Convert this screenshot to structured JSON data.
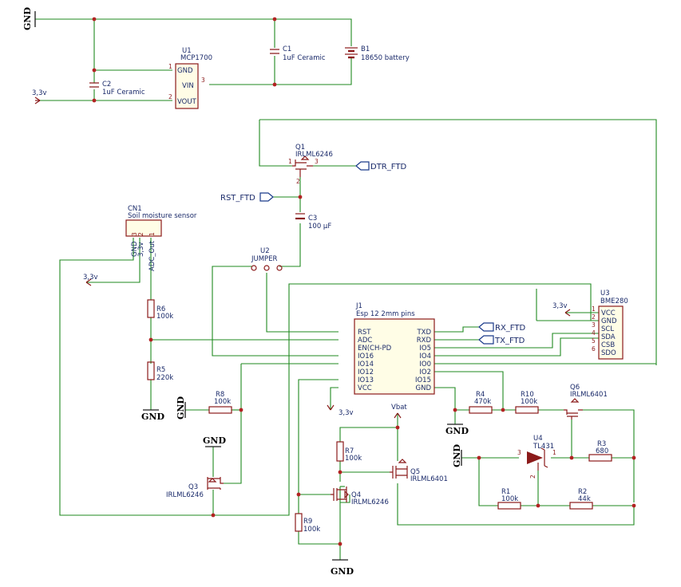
{
  "power": {
    "gnd": "GND",
    "v33": "3,3v",
    "vbat": "Vbat"
  },
  "components": {
    "u1": {
      "ref": "U1",
      "value": "MCP1700",
      "pins": {
        "gnd": "GND",
        "vin": "VIN",
        "vout": "VOUT",
        "n1": "1",
        "n2": "2",
        "n3": "3"
      }
    },
    "c1": {
      "ref": "C1",
      "value": "1uF Ceramic"
    },
    "c2": {
      "ref": "C2",
      "value": "1uF Ceramic"
    },
    "b1": {
      "ref": "B1",
      "value": "18650 battery"
    },
    "q1": {
      "ref": "Q1",
      "value": "IRLML6246",
      "pins": [
        "1",
        "2",
        "3"
      ]
    },
    "c3": {
      "ref": "C3",
      "value": "100 µF"
    },
    "u2": {
      "ref": "U2",
      "value": "JUMPER"
    },
    "cn1": {
      "ref": "CN1",
      "value": "Soil moisture sensor",
      "pins": [
        "3",
        "2",
        "1"
      ],
      "pin_names": [
        "GND",
        "3,3v",
        "ADC_Out"
      ]
    },
    "r6": {
      "ref": "R6",
      "value": "100k"
    },
    "r5": {
      "ref": "R5",
      "value": "220k"
    },
    "r8": {
      "ref": "R8",
      "value": "100k"
    },
    "q3": {
      "ref": "Q3",
      "value": "IRLML6246"
    },
    "j1": {
      "ref": "J1",
      "value": "Esp 12 2mm pins",
      "left_pins": [
        "RST",
        "ADC",
        "EN(CH-PD",
        "IO16",
        "IO14",
        "IO12",
        "IO13",
        "VCC"
      ],
      "right_pins": [
        "TXD",
        "RXD",
        "IO5",
        "IO4",
        "IO0",
        "IO2",
        "IO15",
        "GND"
      ]
    },
    "u3": {
      "ref": "U3",
      "value": "BME280",
      "pins": [
        "1",
        "2",
        "3",
        "4",
        "5",
        "6"
      ],
      "pin_names": [
        "VCC",
        "GND",
        "SCL",
        "SDA",
        "CSB",
        "SDO"
      ]
    },
    "r7": {
      "ref": "R7",
      "value": "100k"
    },
    "r9": {
      "ref": "R9",
      "value": "100k"
    },
    "q4": {
      "ref": "Q4",
      "value": "IRLML6246"
    },
    "q5": {
      "ref": "Q5",
      "value": "IRLML6401"
    },
    "r4": {
      "ref": "R4",
      "value": "470k"
    },
    "r10": {
      "ref": "R10",
      "value": "100k"
    },
    "q6": {
      "ref": "Q6",
      "value": "IRLML6401"
    },
    "u4": {
      "ref": "U4",
      "value": "TL431",
      "pins": [
        "3",
        "1",
        "2"
      ]
    },
    "r3": {
      "ref": "R3",
      "value": "680"
    },
    "r1": {
      "ref": "R1",
      "value": "100k"
    },
    "r2": {
      "ref": "R2",
      "value": "44k"
    }
  },
  "nets": {
    "dtr": "DTR_FTD",
    "rst": "RST_FTD",
    "rx": "RX_FTD",
    "tx": "TX_FTD"
  },
  "colors": {
    "wire": "#1f8a1f",
    "component": "#8b1a1a",
    "label": "#1a2a6a",
    "junction": "#b22222"
  }
}
